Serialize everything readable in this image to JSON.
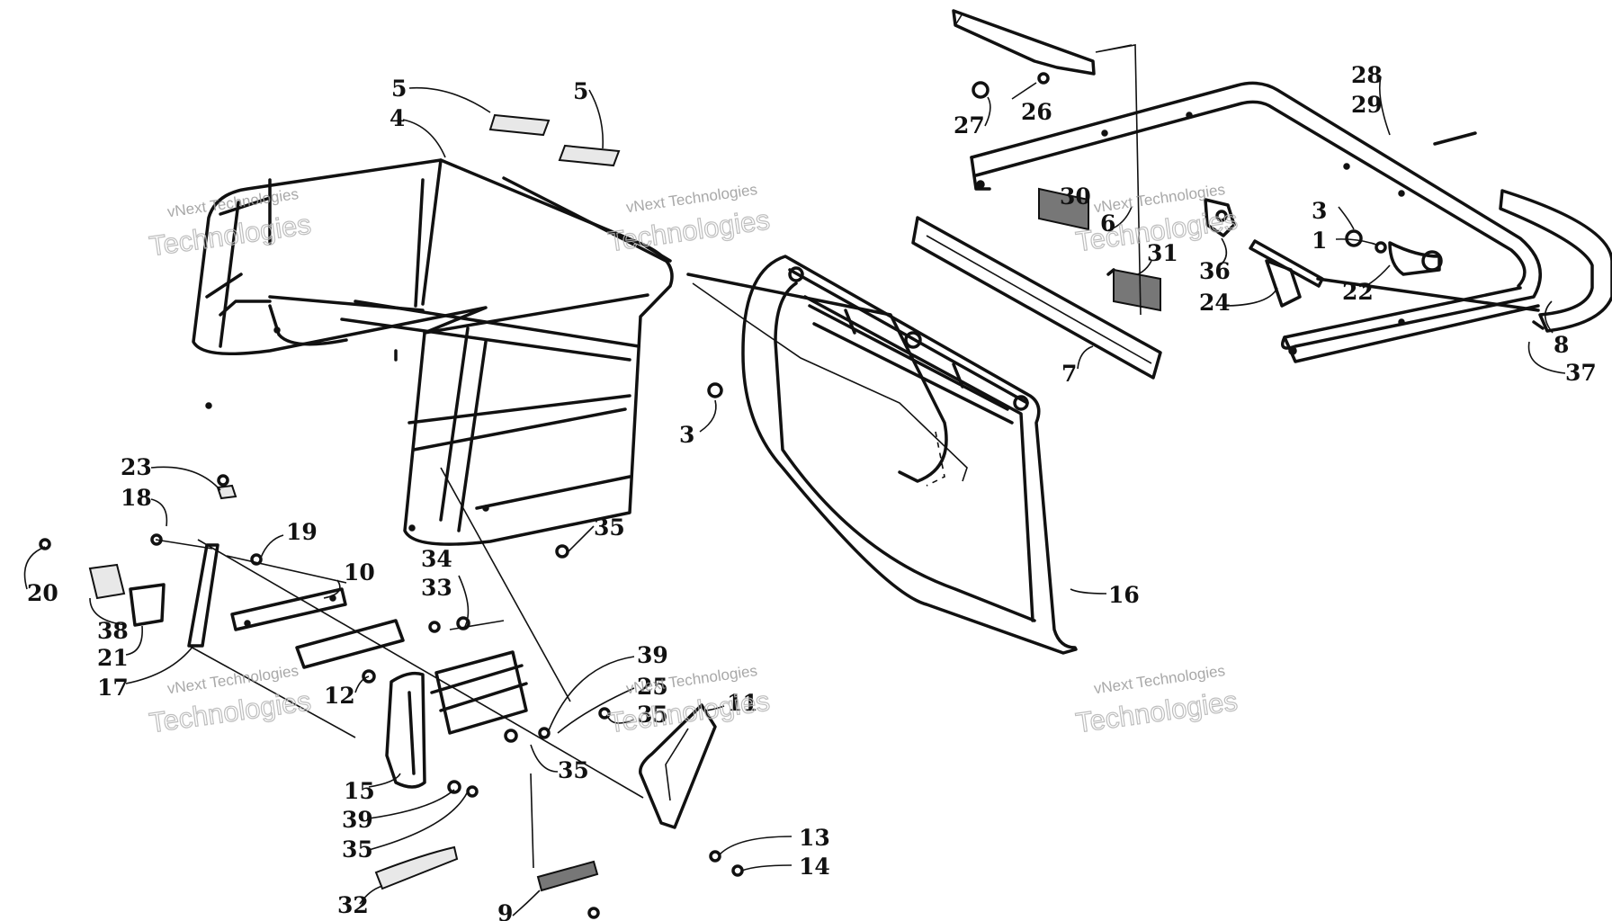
{
  "watermark": {
    "line1": "vNext Technologies",
    "line2": "Technologies"
  },
  "callouts": [
    "5",
    "5",
    "4",
    "28",
    "29",
    "27",
    "26",
    "30",
    "6",
    "31",
    "3",
    "1",
    "36",
    "24",
    "22",
    "8",
    "37",
    "7",
    "3",
    "16",
    "23",
    "18",
    "19",
    "20",
    "38",
    "21",
    "17",
    "10",
    "34",
    "33",
    "35",
    "12",
    "15",
    "39",
    "35",
    "25",
    "35",
    "35",
    "39",
    "11",
    "13",
    "14",
    "32",
    "9"
  ]
}
